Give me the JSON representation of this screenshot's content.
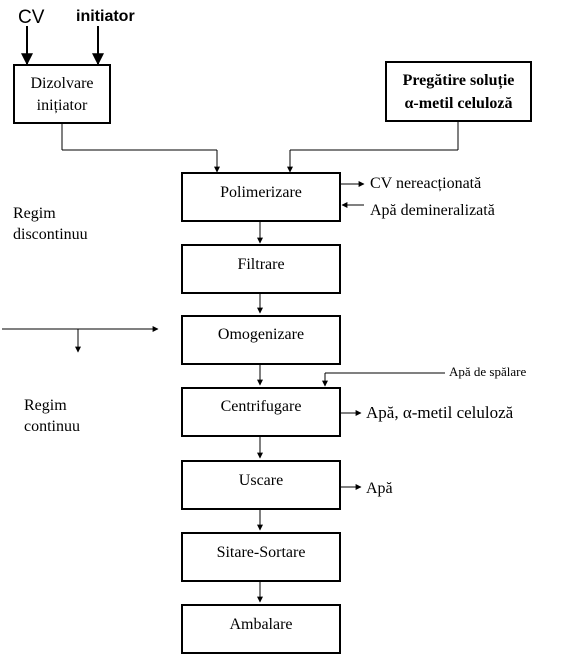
{
  "inputs": {
    "cv": "CV",
    "initiator": "initiator"
  },
  "boxes": {
    "dizolvare_line1": "Dizolvare",
    "dizolvare_line2": "inițiator",
    "pregatire_line1": "Pregătire soluție",
    "pregatire_line2": "α-metil celuloză",
    "polimerizare": "Polimerizare",
    "filtrare": "Filtrare",
    "omogenizare": "Omogenizare",
    "centrifugare": "Centrifugare",
    "uscare": "Uscare",
    "sitare": "Sitare-Sortare",
    "ambalare": "Ambalare"
  },
  "side_labels": {
    "cv_nereactionata": "CV nereacționată",
    "apa_demineralizata": "Apă demineralizată",
    "apa_de_spalare": "Apă de spălare",
    "apa_metil_celuloza": "Apă, α-metil celuloză",
    "apa": "Apă"
  },
  "regime": {
    "discontinuu_line1": "Regim",
    "discontinuu_line2": "discontinuu",
    "continuu_line1": "Regim",
    "continuu_line2": "continuu"
  }
}
